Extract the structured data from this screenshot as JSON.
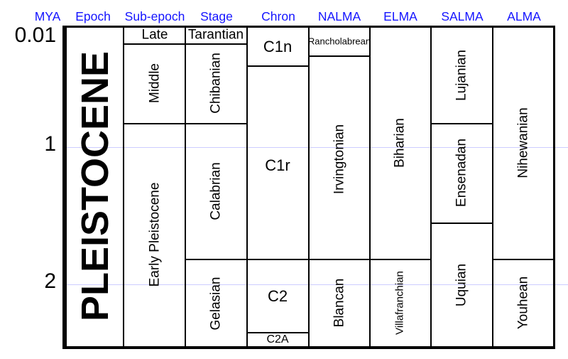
{
  "chart_data": {
    "type": "table",
    "axis": {
      "unit": "MYA",
      "ticks": [
        "0.01",
        "1",
        "2"
      ],
      "direction": "time increases downward",
      "range_mya_est": [
        0.01,
        2.45
      ],
      "gridlines_mya": [
        1,
        2
      ]
    },
    "columns": [
      {
        "header": "Epoch",
        "cells": [
          {
            "label": "PLEISTOCENE",
            "span_mya_est": [
              0.01,
              2.45
            ]
          }
        ]
      },
      {
        "header": "Sub-epoch",
        "cells": [
          {
            "label": "Late",
            "span_mya_est": [
              0.01,
              0.25
            ]
          },
          {
            "label": "Middle",
            "span_mya_est": [
              0.25,
              0.83
            ]
          },
          {
            "label": "Early Pleistocene",
            "span_mya_est": [
              0.83,
              2.45
            ]
          }
        ]
      },
      {
        "header": "Stage",
        "cells": [
          {
            "label": "Tarantian",
            "span_mya_est": [
              0.01,
              0.25
            ]
          },
          {
            "label": "Chibanian",
            "span_mya_est": [
              0.25,
              0.83
            ]
          },
          {
            "label": "Calabrian",
            "span_mya_est": [
              0.83,
              1.8
            ]
          },
          {
            "label": "Gelasian",
            "span_mya_est": [
              1.8,
              2.45
            ]
          }
        ]
      },
      {
        "header": "Chron",
        "cells": [
          {
            "label": "C1n",
            "span_mya_est": [
              0.01,
              0.4
            ]
          },
          {
            "label": "C1r",
            "span_mya_est": [
              0.4,
              1.8
            ]
          },
          {
            "label": "C2",
            "span_mya_est": [
              1.8,
              2.35
            ]
          },
          {
            "label": "C2A",
            "span_mya_est": [
              2.35,
              2.45
            ]
          }
        ]
      },
      {
        "header": "NALMA",
        "cells": [
          {
            "label": "Rancholabrean",
            "span_mya_est": [
              0.01,
              0.33
            ]
          },
          {
            "label": "Irvingtonian",
            "span_mya_est": [
              0.33,
              1.8
            ]
          },
          {
            "label": "Blancan",
            "span_mya_est": [
              1.8,
              2.45
            ]
          }
        ]
      },
      {
        "header": "ELMA",
        "cells": [
          {
            "label": "Biharian",
            "span_mya_est": [
              0.01,
              1.8
            ]
          },
          {
            "label": "Villafranchian",
            "span_mya_est": [
              1.8,
              2.45
            ]
          }
        ]
      },
      {
        "header": "SALMA",
        "cells": [
          {
            "label": "Lujanian",
            "span_mya_est": [
              0.01,
              0.83
            ]
          },
          {
            "label": "Ensenadan",
            "span_mya_est": [
              0.83,
              1.55
            ]
          },
          {
            "label": "Uquian",
            "span_mya_est": [
              1.55,
              2.45
            ]
          }
        ]
      },
      {
        "header": "ALMA",
        "cells": [
          {
            "label": "Nihewanian",
            "span_mya_est": [
              0.01,
              1.8
            ]
          },
          {
            "label": "Youhean",
            "span_mya_est": [
              1.8,
              2.45
            ]
          }
        ]
      }
    ],
    "colors": {
      "header_text": "#1414ff",
      "line": "#000000",
      "gridline": "#ccccff",
      "background": "#ffffff"
    }
  }
}
